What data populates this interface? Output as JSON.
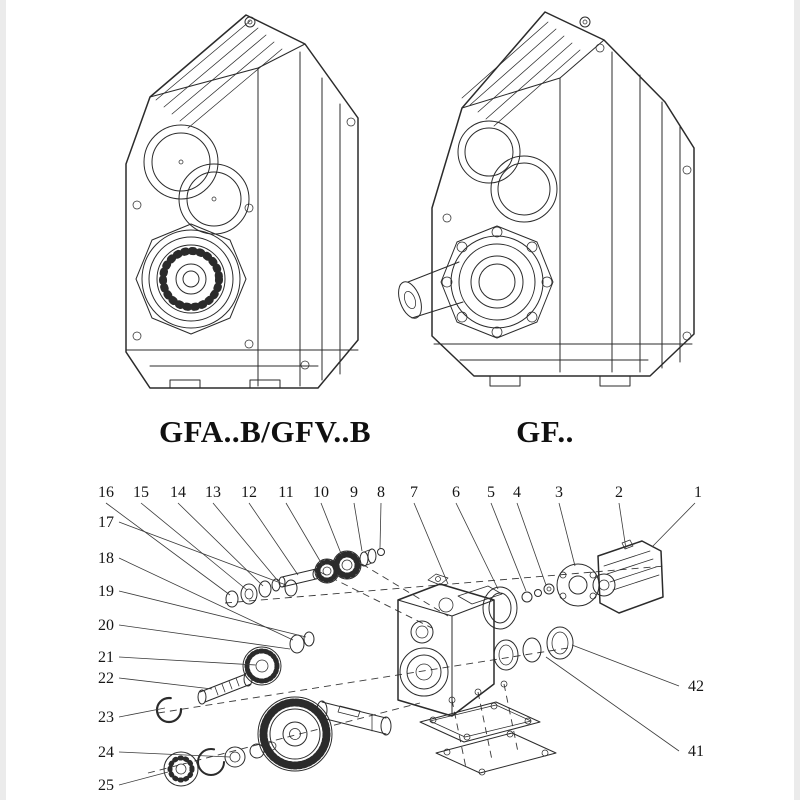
{
  "page": {
    "background": "#ffffff",
    "edge_shade": "#ebebeb",
    "line_ink": "#2b2b2b"
  },
  "models": {
    "left": {
      "label": "GFA..B/GFV..B"
    },
    "right": {
      "label": "GF.."
    }
  },
  "exploded": {
    "callouts_top": [
      "16",
      "15",
      "14",
      "13",
      "12",
      "11",
      "10",
      "9",
      "8",
      "7",
      "6",
      "5",
      "4",
      "3",
      "2",
      "1"
    ],
    "callouts_left": [
      "17",
      "18",
      "19",
      "20",
      "21",
      "22",
      "23",
      "24",
      "25"
    ],
    "callouts_right": [
      "42",
      "41"
    ]
  }
}
